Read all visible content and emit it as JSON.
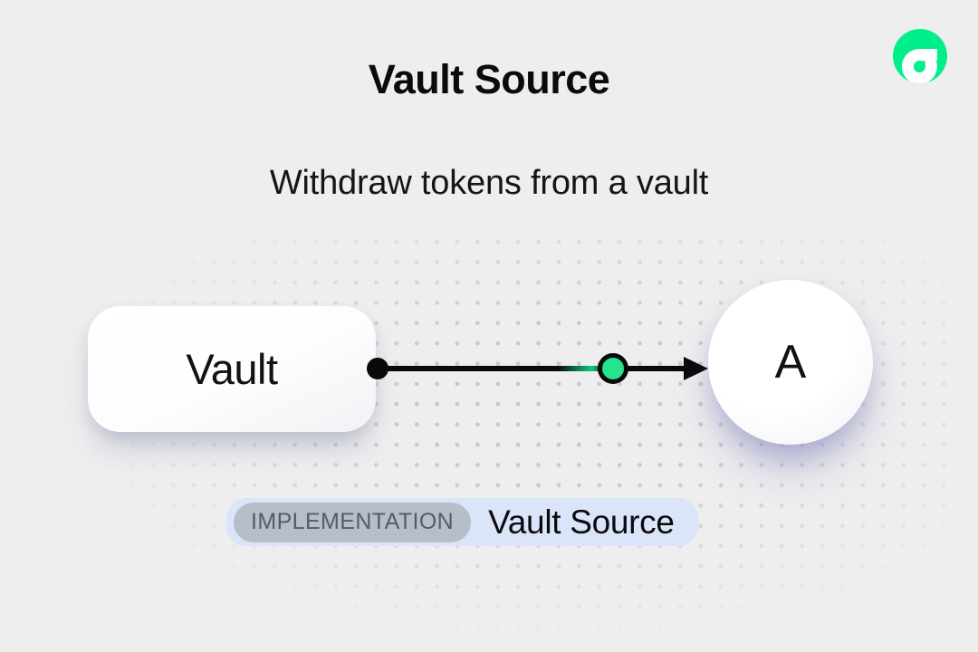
{
  "header": {
    "title": "Vault Source",
    "subtitle": "Withdraw tokens from a vault"
  },
  "logo": {
    "name": "flow-logo",
    "brand_color": "#00EF8B",
    "accent_color": "#35F09F"
  },
  "diagram": {
    "source_node": {
      "label": "Vault"
    },
    "target_node": {
      "label": "A"
    },
    "connector": {
      "token_dot_color": "#25E48D",
      "line_color": "#0A0A0A"
    }
  },
  "badge": {
    "tag": "IMPLEMENTATION",
    "label": "Vault Source",
    "background_color": "#DBE5FA",
    "tag_color": "#B6BEC9"
  }
}
